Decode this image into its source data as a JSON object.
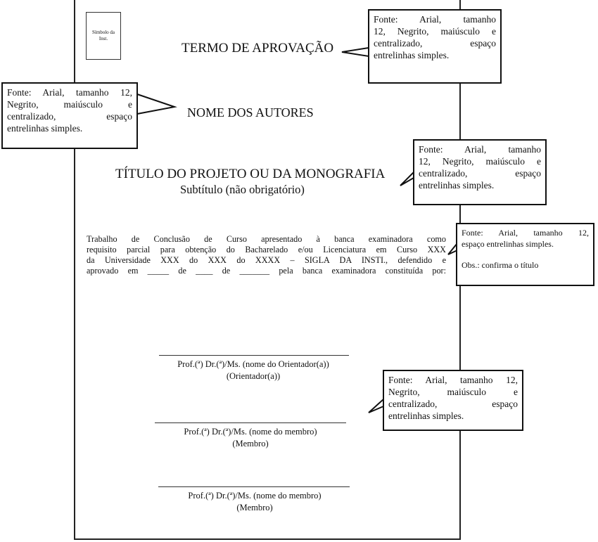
{
  "header": {
    "logo_label": "Símbolo da Inst.",
    "title": "TERMO DE APROVAÇÃO"
  },
  "authors": "NOME DOS AUTORES",
  "project": {
    "title": "TÍTULO DO PROJETO OU DA MONOGRAFIA",
    "subtitle": "Subtítulo (não obrigatório)"
  },
  "body_lines": [
    "Trabalho de Conclusão de Curso apresentado à banca examinadora como",
    "requisito parcial para obtenção do Bacharelado e/ou Licenciatura em Curso XXX",
    "da Universidade XXX do XXX do XXXX – SIGLA DA INSTI., defendido e",
    "aprovado em _____ de ____ de _______ pela banca examinadora constituída por:"
  ],
  "signatures": [
    {
      "name": "Prof.(ª) Dr.(ª)/Ms. (nome do Orientador(a))",
      "role": "(Orientador(a))"
    },
    {
      "name": "Prof.(ª) Dr.(ª)/Ms. (nome do membro)",
      "role": "(Membro)"
    },
    {
      "name": "Prof.(ª) Dr.(ª)/Ms. (nome do membro)",
      "role": "(Membro)"
    }
  ],
  "callouts": [
    {
      "lines": [
        "Fonte: Arial, tamanho",
        "12, Negrito, maiúsculo e",
        "centralizado, espaço",
        "entrelinhas simples."
      ]
    },
    {
      "lines": [
        "Fonte: Arial, tamanho 12,",
        "Negrito, maiúsculo e",
        "centralizado, espaço",
        "entrelinhas simples."
      ]
    },
    {
      "lines": [
        "Fonte: Arial, tamanho",
        "12, Negrito, maiúsculo e",
        "centralizado, espaço",
        "entrelinhas simples."
      ]
    },
    {
      "lines": [
        "Fonte: Arial, tamanho 12,",
        "espaço entrelinhas simples.",
        "",
        "Obs.: confirma o título"
      ]
    },
    {
      "lines": [
        "Fonte: Arial, tamanho 12,",
        "Negrito, maiúsculo e",
        "centralizado, espaço",
        "entrelinhas simples."
      ]
    }
  ]
}
